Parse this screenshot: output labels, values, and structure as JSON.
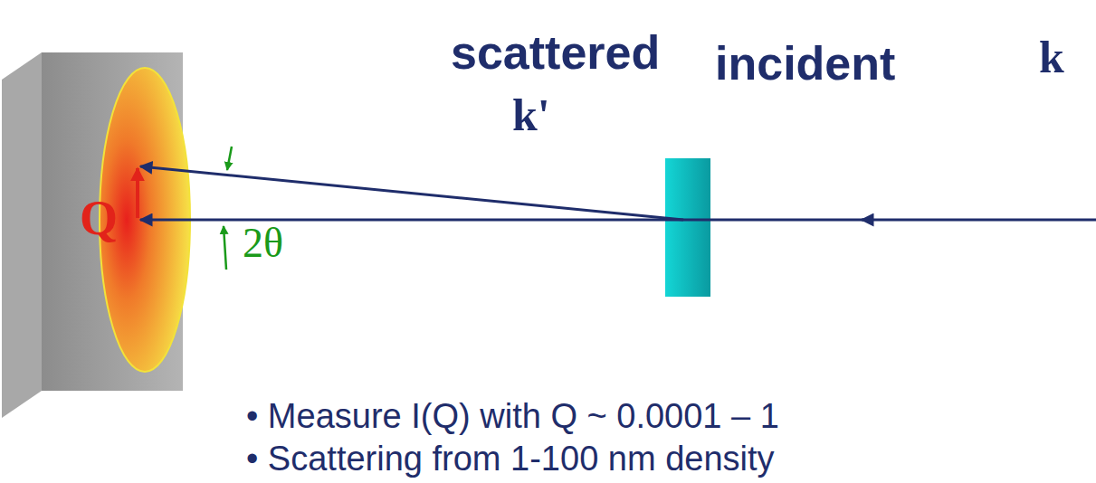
{
  "diagram": {
    "labels": [
      "scattered",
      "k'",
      "incident",
      "k",
      "Q",
      "2θ",
      "• Measure I(Q) with Q ~ 0.0001 – 1",
      "• Scattering from 1-100 nm density"
    ]
  }
}
